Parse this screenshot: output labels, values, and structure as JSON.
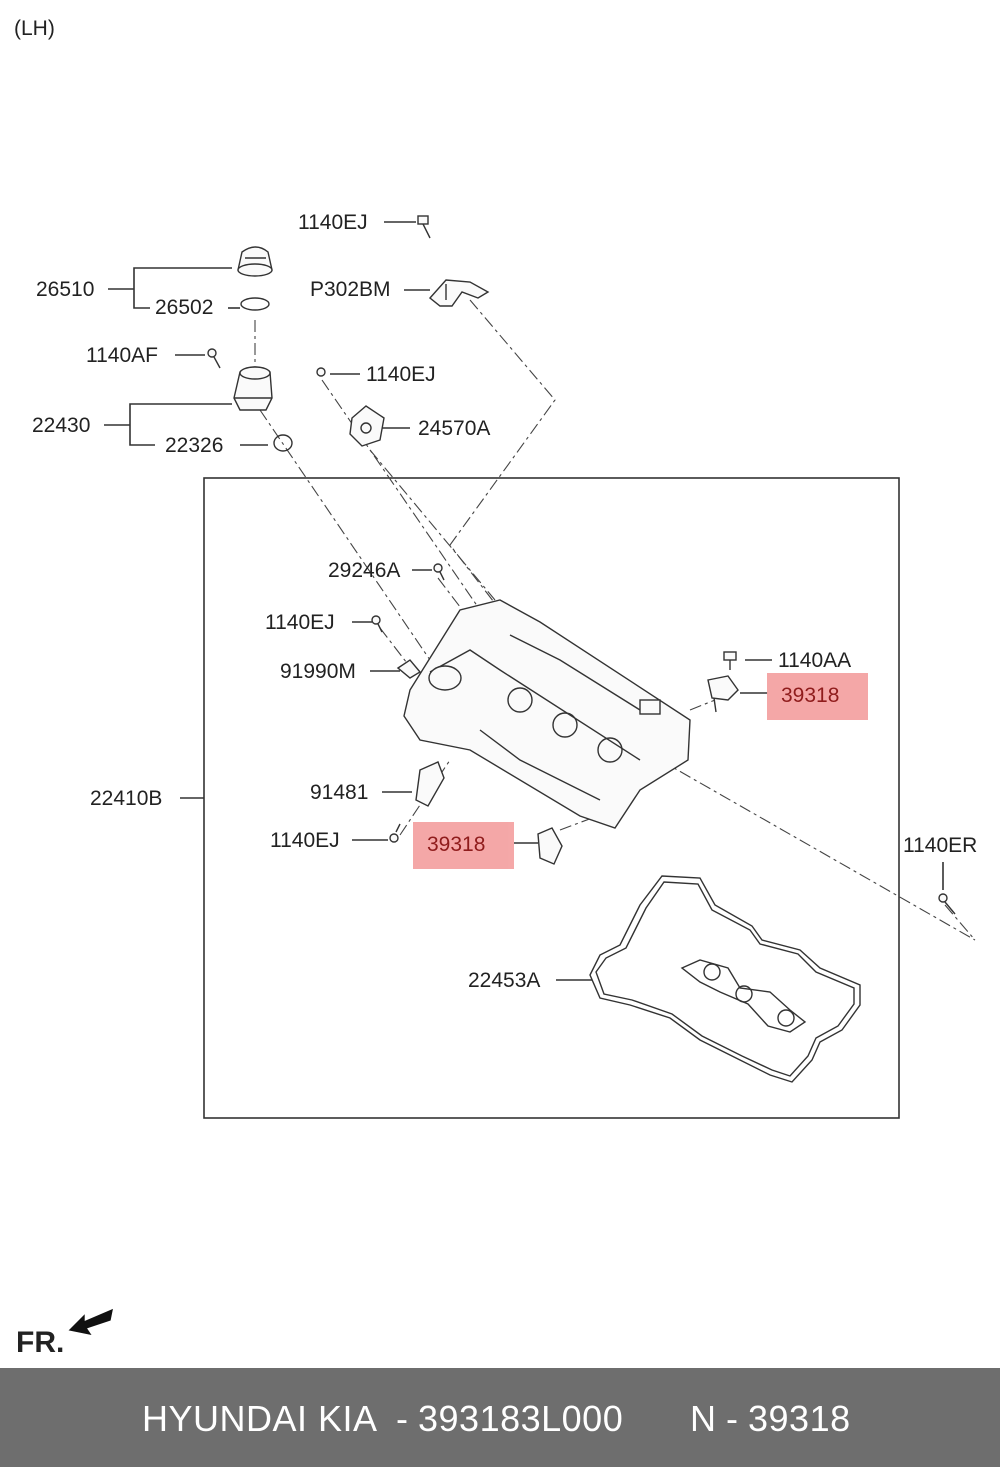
{
  "header": {
    "side_label": "(LH)"
  },
  "labels": {
    "bolt_top": "1140EJ",
    "cap_assy": "26510",
    "cap_seal": "26502",
    "bracket": "P302BM",
    "bolt_1140af": "1140AF",
    "bolt_mid": "1140EJ",
    "housing_assy": "22430",
    "oring": "22326",
    "plate": "24570A",
    "stud": "29246A",
    "bolt_left": "1140EJ",
    "clip": "91990M",
    "cover": "22410B",
    "bolt_1140aa": "1140AA",
    "sensor_right": "39318",
    "bracket_91481": "91481",
    "bolt_bottom": "1140EJ",
    "sensor_left": "39318",
    "bolt_1140er": "1140ER",
    "gasket": "22453A"
  },
  "front_marker": {
    "label": "FR.",
    "arrow_icon": "front-arrow-icon"
  },
  "footer": {
    "brand": "HYUNDAI  KIA",
    "separator1": "-",
    "part_number": "393183L000",
    "n_label": "N",
    "separator2": "-",
    "n_number": "39318"
  },
  "colors": {
    "highlight": "#f4a3a3",
    "footer_bg": "#6e6e6e",
    "line": "#333333"
  }
}
